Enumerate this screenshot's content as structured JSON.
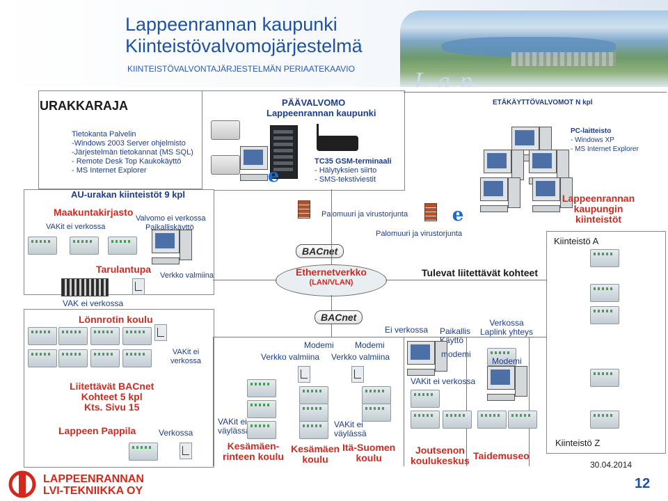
{
  "header": {
    "title_line1": "Lappeenrannan kaupunki",
    "title_line2": "Kiinteistövalvomojärjestelmä",
    "subtitle": "KIINTEISTÖVALVONTAJÄRJESTELMÄN PERIAATEKAAVIO"
  },
  "top_left": {
    "heading": "URAKKARAJA",
    "server_lines": [
      "Tietokanta Palvelin",
      "-Windows 2003 Server ohjelmisto",
      "-Järjestelmän tietokannat (MS SQL)",
      "- Remote Desk Top   Kaukokäyttö",
      "- MS Internet Explorer"
    ]
  },
  "center_top": {
    "heading1": "PÄÄVALVOMO",
    "heading2": "Lappeenrannan kaupunki",
    "gsm_lines": [
      "TC35 GSM-terminaali",
      "- Hälytyksien siirto",
      "- SMS-tekstiviestit"
    ],
    "firewall1": "Palomuuri ja virustorjunta",
    "firewall2": "Palomuuri ja virustorjunta"
  },
  "top_right": {
    "heading": "ETÄKÄYTTÖVALVOMOT N kpl",
    "pc_lines": [
      "PC-laitteisto",
      "- Windows XP",
      "- MS Internet Explorer"
    ],
    "city_lines": [
      "Lappeenrannan",
      "kaupungin",
      "kiinteistöt"
    ],
    "building_a": "Kiinteistö A",
    "building_z": "Kiinteistö Z"
  },
  "au": {
    "heading": "AU-urakan kiinteistöt 9 kpl",
    "maakunta": "Maakuntakirjasto",
    "vakit_not": "VAKit ei verkossa",
    "valvomo_lines": [
      "Valvomo ei verkossa",
      "Paikalliskäyttö"
    ],
    "tarulantupa": "Tarulantupa",
    "verkko_valmiina": "Verkko valmiina"
  },
  "network": {
    "bacnet": "BACnet",
    "ethernet_line1": "Ethernetverkko",
    "ethernet_line2": "(LAN/VLAN)",
    "tulevat": "Tulevat liitettävät kohteet"
  },
  "lower_left": {
    "vak_ei": "VAK ei verkossa",
    "lonnrotin": "Lönnrotin koulu",
    "vakit_ei_verkossa_lines": [
      "VAKit ei",
      "verkossa"
    ],
    "liitettavat_lines": [
      "Liitettävät BACnet",
      "Kohteet 5 kpl",
      "Kts. Sivu 15"
    ],
    "lappeen_pappila": "Lappeen Pappila",
    "verkossa": "Verkossa"
  },
  "lower_center": {
    "vakit_vaylassa1_lines": [
      "VAKit ei",
      "väylässä"
    ],
    "kesamaenrinne_lines": [
      "Kesämäen-",
      "rinteen koulu"
    ],
    "modemi1": "Modemi",
    "verkko_valmiina1": "Verkko valmiina",
    "kesamaen_koulu_lines": [
      "Kesämäen",
      "koulu"
    ],
    "modemi2": "Modemi",
    "verkko_valmiina2": "Verkko valmiina",
    "vakit_vaylassa2_lines": [
      "VAKit ei",
      "väylässä"
    ],
    "ita_suomen_lines": [
      "Itä-Suomen",
      "koulu"
    ],
    "ei_verkossa": "Ei verkossa",
    "paikallis_lines": [
      "Paikallis",
      "Käyttö"
    ],
    "modemi_lower": "modemi",
    "vakit_ei_verkossa": "VAKit ei verkossa",
    "joutsenon_lines": [
      "Joutsenon",
      "koulukeskus"
    ],
    "verkossa_laplink_lines": [
      "Verkossa",
      "Laplink yhteys"
    ],
    "modemi3": "Modemi",
    "taidemuseo": "Taidemuseo"
  },
  "footer": {
    "logo_line1": "LAPPEENRANNAN",
    "logo_line2": "LVI-TEKNIIKKA OY",
    "date": "30.04.2014",
    "page": "12"
  },
  "colors": {
    "title": "#1e52a7",
    "label": "#1c3c8c",
    "red": "#cf2a1f"
  }
}
